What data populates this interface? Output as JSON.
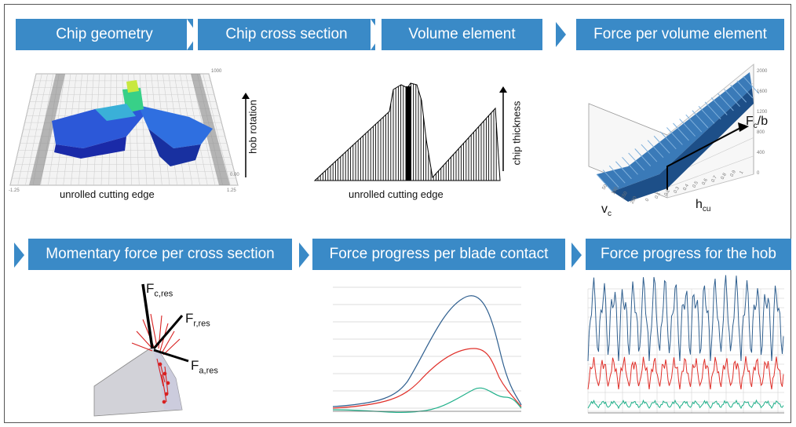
{
  "row1": {
    "tabs": [
      "Chip geometry",
      "Chip cross section",
      "Volume element",
      "Force per volume element"
    ]
  },
  "row2": {
    "tabs": [
      "Momentary force per cross section",
      "Force progress per blade contact",
      "Force progress for the hob"
    ]
  },
  "panels": {
    "chip_geometry": {
      "xlabel": "unrolled cutting edge",
      "ylabel": "hob rotation"
    },
    "volume_element": {
      "xlabel": "unrolled cutting edge",
      "ylabel": "chip thickness"
    },
    "force_volume": {
      "zlabel": "F",
      "zsub": "c",
      "zsuffix": "/b",
      "xlabel": "h",
      "xsub": "cu",
      "ylabel": "v",
      "ysub": "c",
      "zticks": [
        "2000",
        "1600",
        "1200",
        "800",
        "400",
        "0"
      ],
      "xticks": [
        "0",
        "0.1",
        "0.2",
        "0.3",
        "0.4",
        "0.5",
        "0.6",
        "0.7",
        "0.8",
        "0.9",
        "1"
      ],
      "yticks": [
        "50",
        "100",
        "150",
        "200"
      ]
    },
    "momentary_force": {
      "f1": "F",
      "f1sub": "c,res",
      "f2": "F",
      "f2sub": "r,res",
      "f3": "F",
      "f3sub": "a,res"
    }
  },
  "colors": {
    "tab": "#3a8ac7",
    "blue_curve": "#2f5f8f",
    "red_curve": "#e0302a",
    "green_curve": "#20b08a"
  }
}
